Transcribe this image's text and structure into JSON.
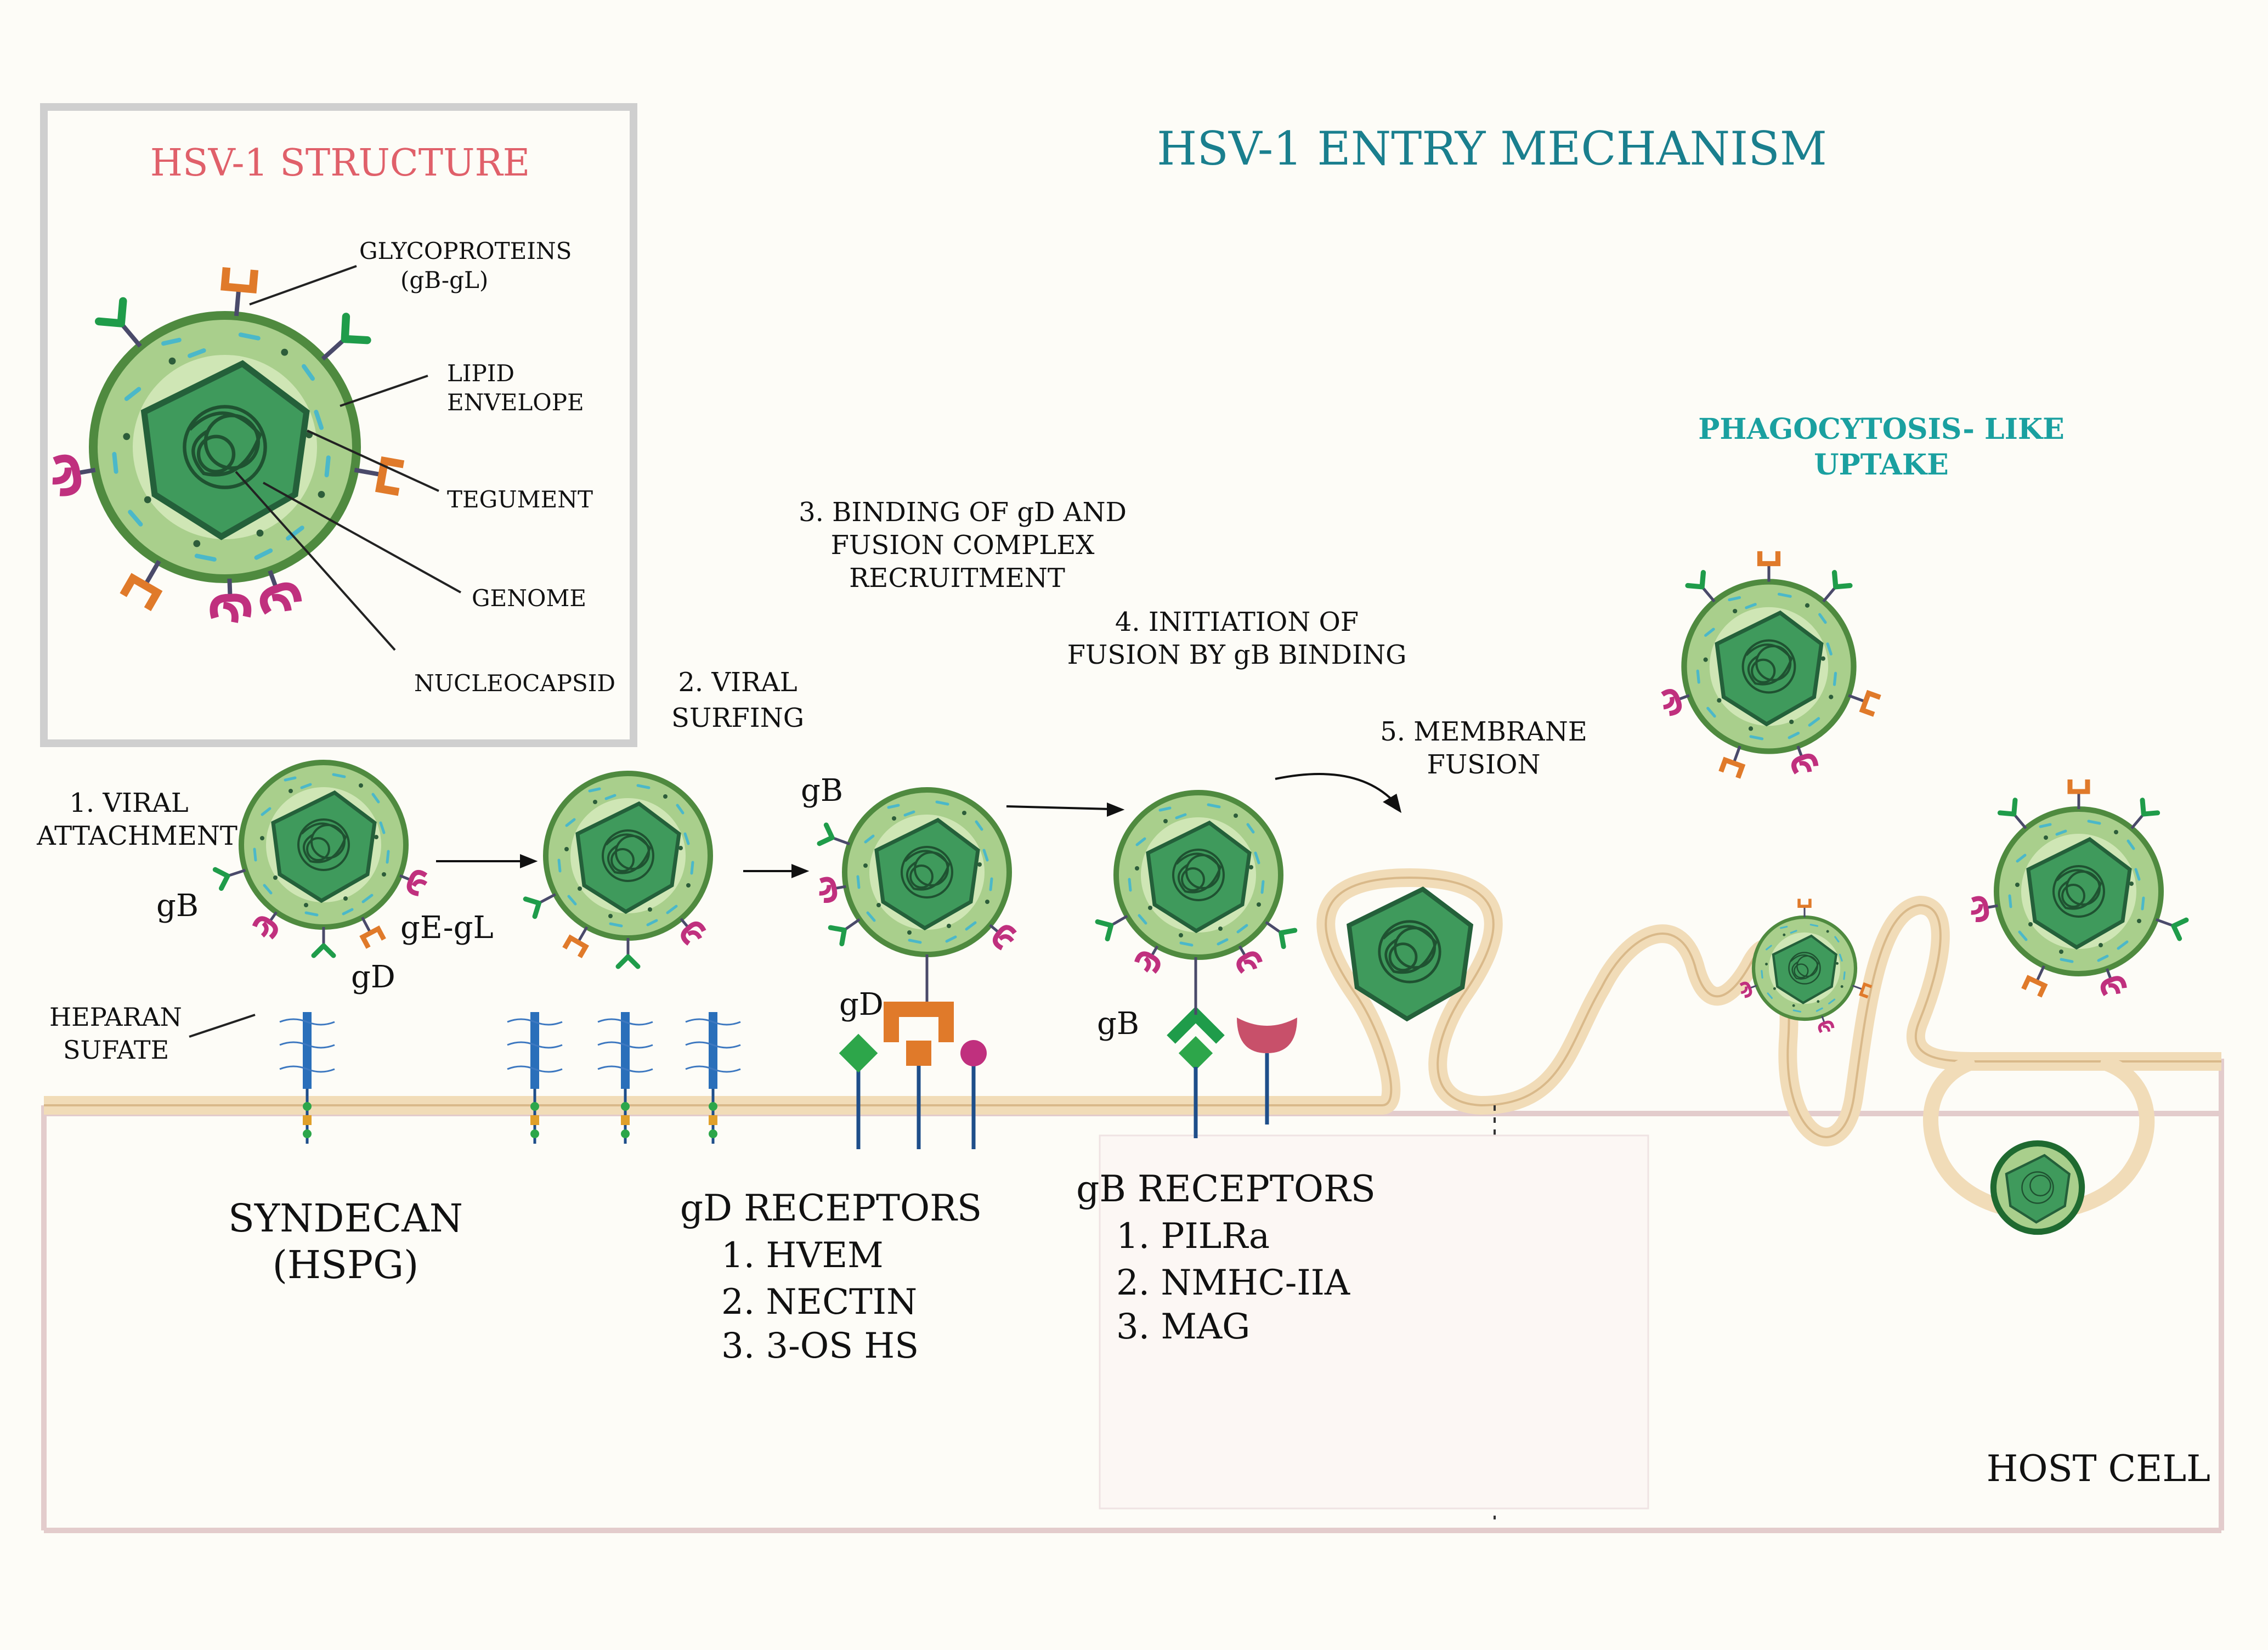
{
  "structure": {
    "title": "HSV-1 STRUCTURE",
    "labels": {
      "glyco_1": "GLYCOPROTEINS",
      "glyco_2": "(gB-gL)",
      "lipid_1": "LIPID",
      "lipid_2": "ENVELOPE",
      "tegument": "TEGUMENT",
      "genome": "GENOME",
      "nucleocapsid": "NUCLEOCAPSID"
    }
  },
  "mechanism": {
    "title": "HSV-1 ENTRY MECHANISM",
    "steps": {
      "s1_line1": "1.  VIRAL",
      "s1_line2": "ATTACHMENT",
      "s2_line1": "2. VIRAL",
      "s2_line2": "SURFING",
      "s3_line1": "3. BINDING OF gD AND",
      "s3_line2": "FUSION COMPLEX",
      "s3_line3": "RECRUITMENT",
      "s4_line1": "4. INITIATION OF",
      "s4_line2": "FUSION BY gB BINDING",
      "s5_line1": "5. MEMBRANE",
      "s5_line2": "FUSION"
    },
    "phago_line1": "PHAGOCYTOSIS- LIKE",
    "phago_line2": "UPTAKE",
    "glyco_labels": {
      "gB_1": "gB",
      "gEgL": "gE-gL",
      "gD_1": "gD",
      "gB_3": "gB",
      "gD_3": "gD",
      "gB_4": "gB"
    },
    "heparan_1": "HEPARAN",
    "heparan_2": "SUFATE",
    "syndecan_1": "SYNDECAN",
    "syndecan_2": "(HSPG)",
    "gd_receptors": {
      "title": "gD RECEPTORS",
      "items": [
        "1.  HVEM",
        "2.  NECTIN",
        "3.  3-OS HS"
      ]
    },
    "gb_receptors": {
      "title": "gB RECEPTORS",
      "items": [
        "1.  PILRa",
        "2.  NMHC-IIA",
        "3.  MAG"
      ]
    },
    "host_cell": "HOST CELL"
  },
  "colors": {
    "structure_title": "#e0606a",
    "mechanism_title": "#1a7f8e",
    "phago": "#1aa0a0",
    "envelope": "#b9d79a",
    "capsid": "#3f9a5c",
    "membrane": "#f1dcb8",
    "cell_border": "#e3cccc"
  }
}
